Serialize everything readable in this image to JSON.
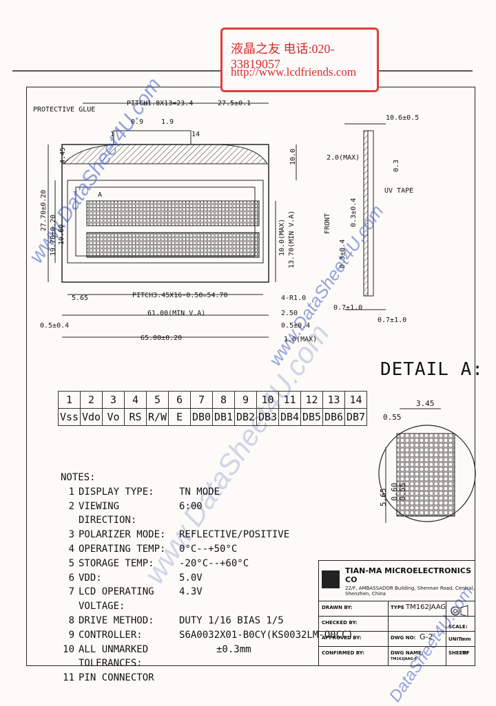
{
  "stamp": {
    "line1": "液晶之友 电话:020-33819057",
    "line2": "http://www.lcdfriends.com"
  },
  "watermark": {
    "text": "www.DataSheet4U.com",
    "small": "www.DataSheet4U.com",
    "corner": "DataSheet4U.com",
    "center": "www.DataSheet4U.com"
  },
  "dimensions": {
    "protective_glue": "PROTECTIVE GLUE",
    "pitch_top": "PITCH1.8X13=23.4",
    "pin_width": "0.9",
    "pin_pitch": "1.9",
    "offset_top": "27.5±0.1",
    "pin_first": "1",
    "pin_last": "14",
    "h_445": "4.45",
    "h_2770": "27.70±0.20",
    "h_1970": "19.70±0.20",
    "h_1060": "10.60",
    "h_100": "10.0",
    "va_max": "10.0(MAX)",
    "va_min": "13.70(MIN V.A)",
    "left_565": "5.65",
    "pitch_bottom": "PITCH3.45X16-0.50=54.70",
    "va_width": "61.00(MIN V.A)",
    "total_width": "65.00±0.20",
    "side_050": "0.5±0.4",
    "r10": "4-R1.0",
    "w_250": "2.50",
    "w_05": "0.5±0.4",
    "w_10max": "1.0(MAX)",
    "char_a": "A",
    "side_w": "10.6±0.5",
    "side_200": "2.0(MAX)",
    "side_03": "0.3",
    "uv_tape": "UV TAPE",
    "front": "FRONT",
    "side_v1": "0.3±0.4",
    "side_v2": "0.3±0.4",
    "side_07a": "0.7±1.0",
    "side_07b": "0.7±1.0"
  },
  "detail": {
    "title": "DETAIL A:",
    "w345": "3.45",
    "w055": "0.55",
    "h565": "5.65",
    "h060": "0.60",
    "h055": "0.55"
  },
  "pins": {
    "numbers": [
      "1",
      "2",
      "3",
      "4",
      "5",
      "6",
      "7",
      "8",
      "9",
      "10",
      "11",
      "12",
      "13",
      "14"
    ],
    "names": [
      "Vss",
      "Vdo",
      "Vo",
      "RS",
      "R/W",
      "E",
      "DB0",
      "DB1",
      "DB2",
      "DB3",
      "DB4",
      "DB5",
      "DB6",
      "DB7"
    ]
  },
  "notes": {
    "title": "NOTES:",
    "items": [
      {
        "n": "1",
        "k": "DISPLAY TYPE:",
        "v": "TN MODE"
      },
      {
        "n": "2",
        "k": "VIEWING DIRECTION:",
        "v": "6:00"
      },
      {
        "n": "3",
        "k": "POLARIZER MODE:",
        "v": "REFLECTIVE/POSITIVE"
      },
      {
        "n": "4",
        "k": "OPERATING TEMP:",
        "v": "0°C--+50°C"
      },
      {
        "n": "5",
        "k": "STORAGE TEMP:",
        "v": "-20°C--+60°C"
      },
      {
        "n": "6",
        "k": "VDD:",
        "v": "5.0V"
      },
      {
        "n": "7",
        "k": "LCD OPERATING VOLTAGE:",
        "v": "4.3V"
      },
      {
        "n": "8",
        "k": "DRIVE METHOD:",
        "v": "DUTY 1/16 BIAS 1/5"
      },
      {
        "n": "9",
        "k": "CONTROLLER:",
        "v": "S6A0032X01-B0CY(KS0032LM-O0CC)"
      },
      {
        "n": "10",
        "k": "ALL UNMARKED TOLERANCES:",
        "v": "±0.3mm"
      },
      {
        "n": "11",
        "k": "PIN CONNECTOR",
        "v": ""
      }
    ]
  },
  "titleblock": {
    "company": "TIAN-MA MICROELECTRONICS CO",
    "address": "22/F, AMBASSADOR Building, Shennan Road, Central, Shenzhen, China",
    "drawn": "DRAWN BY:",
    "checked": "CHECKED BY:",
    "approved": "APPROVED BY:",
    "confirmed": "CONFIRMED BY:",
    "type_label": "TYPE",
    "type_value": "TM162JAAG",
    "dwg_label": "DWG NO:",
    "dwg_value": "G-2",
    "name_label": "DWG NAME:",
    "name_value": "TM162JAAG-6",
    "scale_label": "SCALE:",
    "unit_label": "UNIT:",
    "unit_value": "mm",
    "sheet_label": "SHEET:",
    "sheet_value": "OF"
  }
}
